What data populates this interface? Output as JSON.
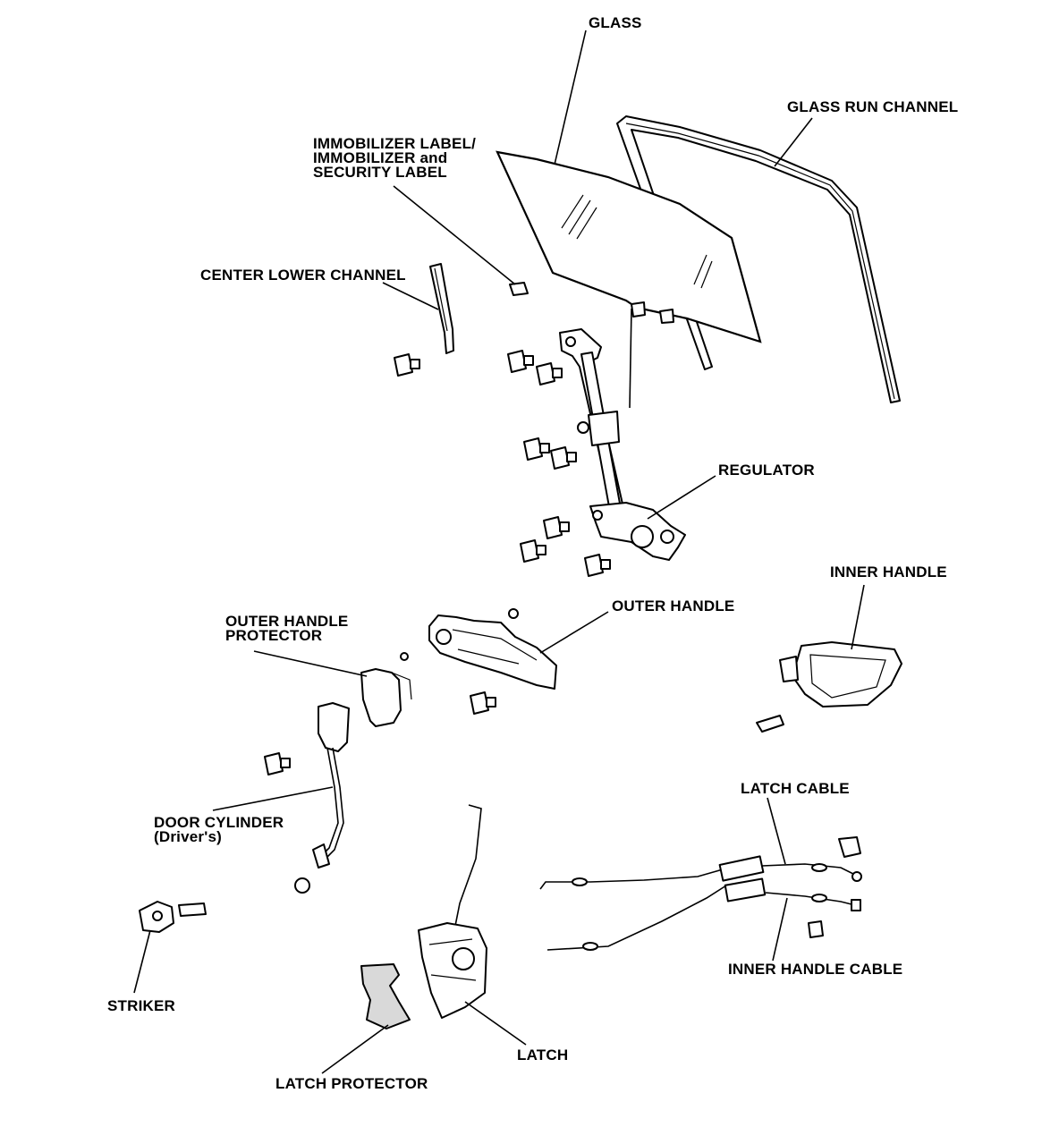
{
  "labels": {
    "glass": "GLASS",
    "glass_run_channel": "GLASS RUN CHANNEL",
    "immobilizer_label": "IMMOBILIZER LABEL/\nIMMOBILIZER and\nSECURITY LABEL",
    "center_lower_channel": "CENTER LOWER CHANNEL",
    "regulator": "REGULATOR",
    "inner_handle": "INNER HANDLE",
    "outer_handle": "OUTER HANDLE",
    "outer_handle_protector": "OUTER HANDLE\nPROTECTOR",
    "door_cylinder": "DOOR CYLINDER\n(Driver's)",
    "latch_cable": "LATCH CABLE",
    "inner_handle_cable": "INNER HANDLE CABLE",
    "striker": "STRIKER",
    "latch": "LATCH",
    "latch_protector": "LATCH PROTECTOR"
  }
}
